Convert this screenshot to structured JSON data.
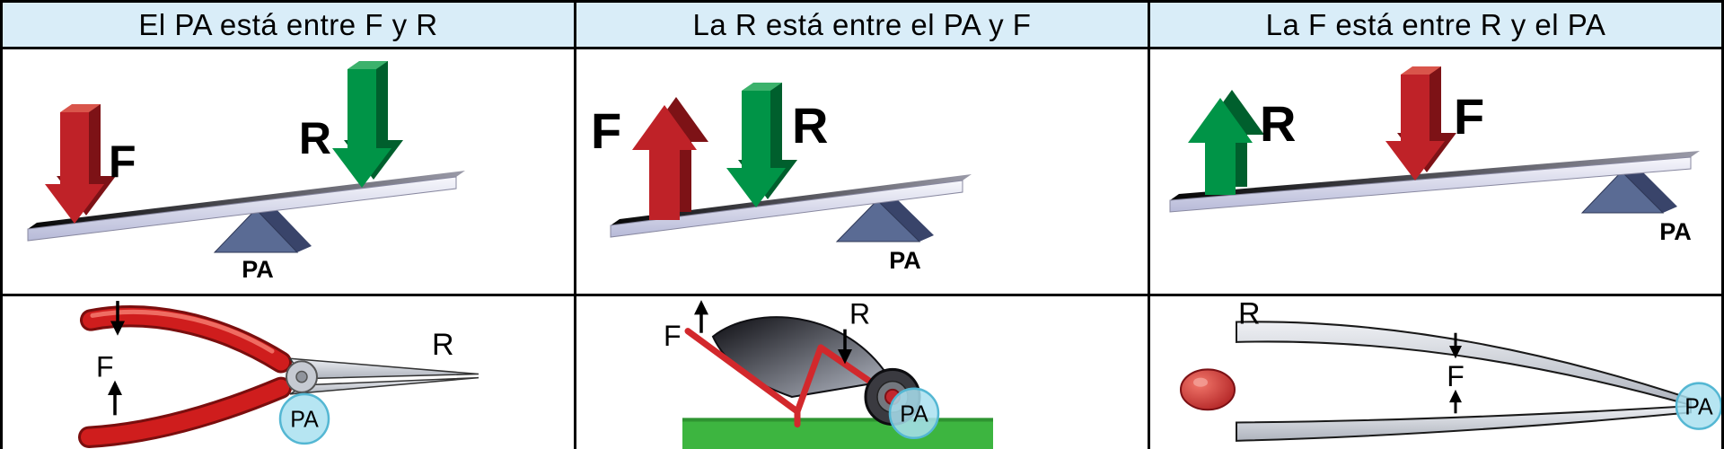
{
  "columns": [
    {
      "header": "El PA está entre F y R",
      "lever": {
        "force": "F",
        "resistance": "R",
        "fulcrum": "PA"
      },
      "example": {
        "object": "pliers",
        "force": "F",
        "resistance": "R",
        "fulcrum": "PA"
      }
    },
    {
      "header": "La R está entre el PA y F",
      "lever": {
        "force": "F",
        "resistance": "R",
        "fulcrum": "PA"
      },
      "example": {
        "object": "wheelbarrow",
        "force": "F",
        "resistance": "R",
        "fulcrum": "PA"
      }
    },
    {
      "header": "La F está entre R y el PA",
      "lever": {
        "force": "F",
        "resistance": "R",
        "fulcrum": "PA"
      },
      "example": {
        "object": "tweezers",
        "force": "F",
        "resistance": "R",
        "fulcrum": "PA"
      }
    }
  ],
  "colors": {
    "header_bg": "#d9edf8",
    "border": "#000000",
    "force_red": "#bf2228",
    "resistance_green": "#009447",
    "fulcrum_blue": "#5a6b94",
    "pa_circle": "#a9e0f0",
    "grass_green": "#3db540",
    "handle_red": "#cf1d1d"
  }
}
